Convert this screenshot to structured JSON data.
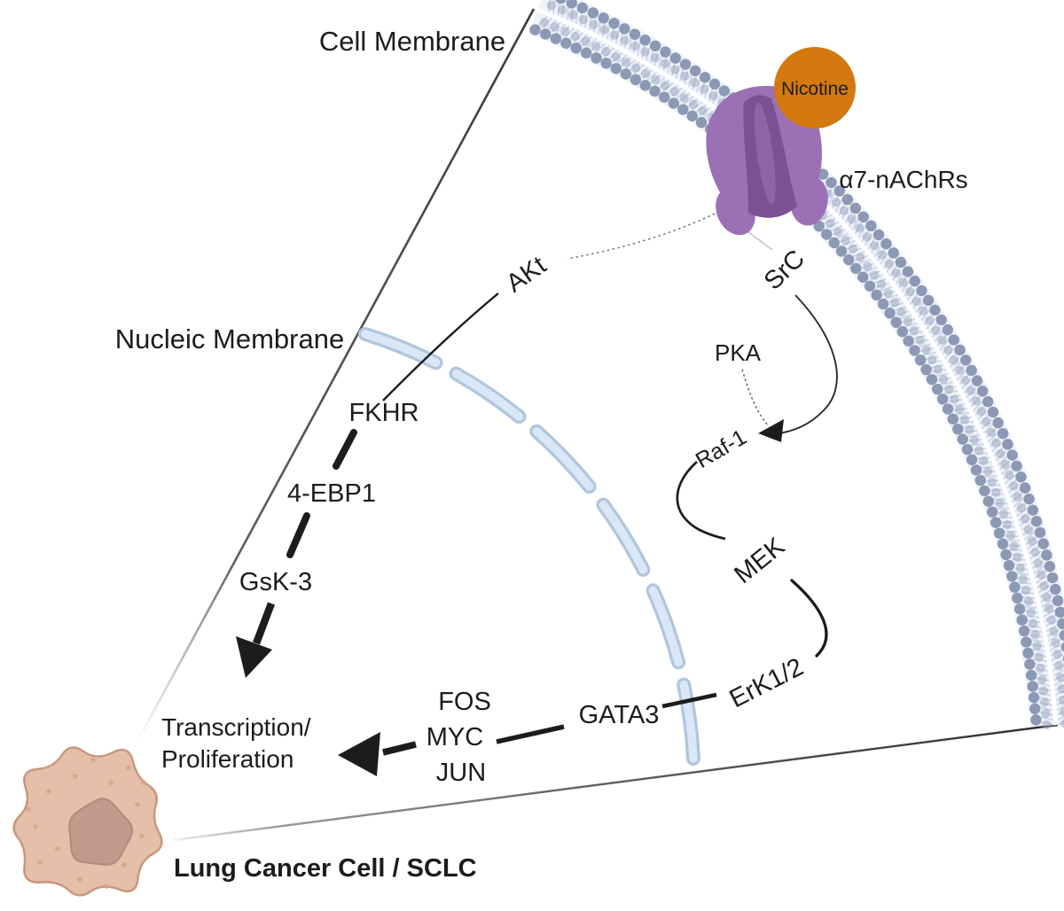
{
  "diagram": {
    "cell_membrane_label": "Cell Membrane",
    "nuclear_membrane_label": "Nucleic Membrane",
    "ligand_label": "Nicotine",
    "receptor_label": "α7-nAChRs",
    "cell_label": "Lung Cancer Cell / SCLC",
    "outcome_line1": "Transcription/",
    "outcome_line2": "Proliferation",
    "nodes": {
      "akt": "AKt",
      "src": "SrC",
      "pka": "PKA",
      "raf1": "Raf-1",
      "fkhr": "FKHR",
      "ebp1": "4-EBP1",
      "gsk3": "GsK-3",
      "mek": "MEK",
      "erk": "ErK1/2",
      "gata3": "GATA3",
      "fos": "FOS",
      "myc": "MYC",
      "jun": "JUN"
    },
    "colors": {
      "line": "#1c1c1c",
      "membrane_bead": "#8c99b4",
      "membrane_tail": "#c9d3e7",
      "membrane_bg": "#eef2f9",
      "nuclear_dash_fill": "#d9e7f6",
      "nuclear_dash_border": "#b0c6dd",
      "receptor_body": "#9c70b5",
      "receptor_channel": "#7a5194",
      "receptor_strip": "#8f63a8",
      "nicotine_orange": "#d3790f",
      "cell_body": "#e5bfa9",
      "cell_border": "#c9977d",
      "cell_nucleus": "#c19a8c",
      "cell_dot": "#d2a487"
    }
  }
}
